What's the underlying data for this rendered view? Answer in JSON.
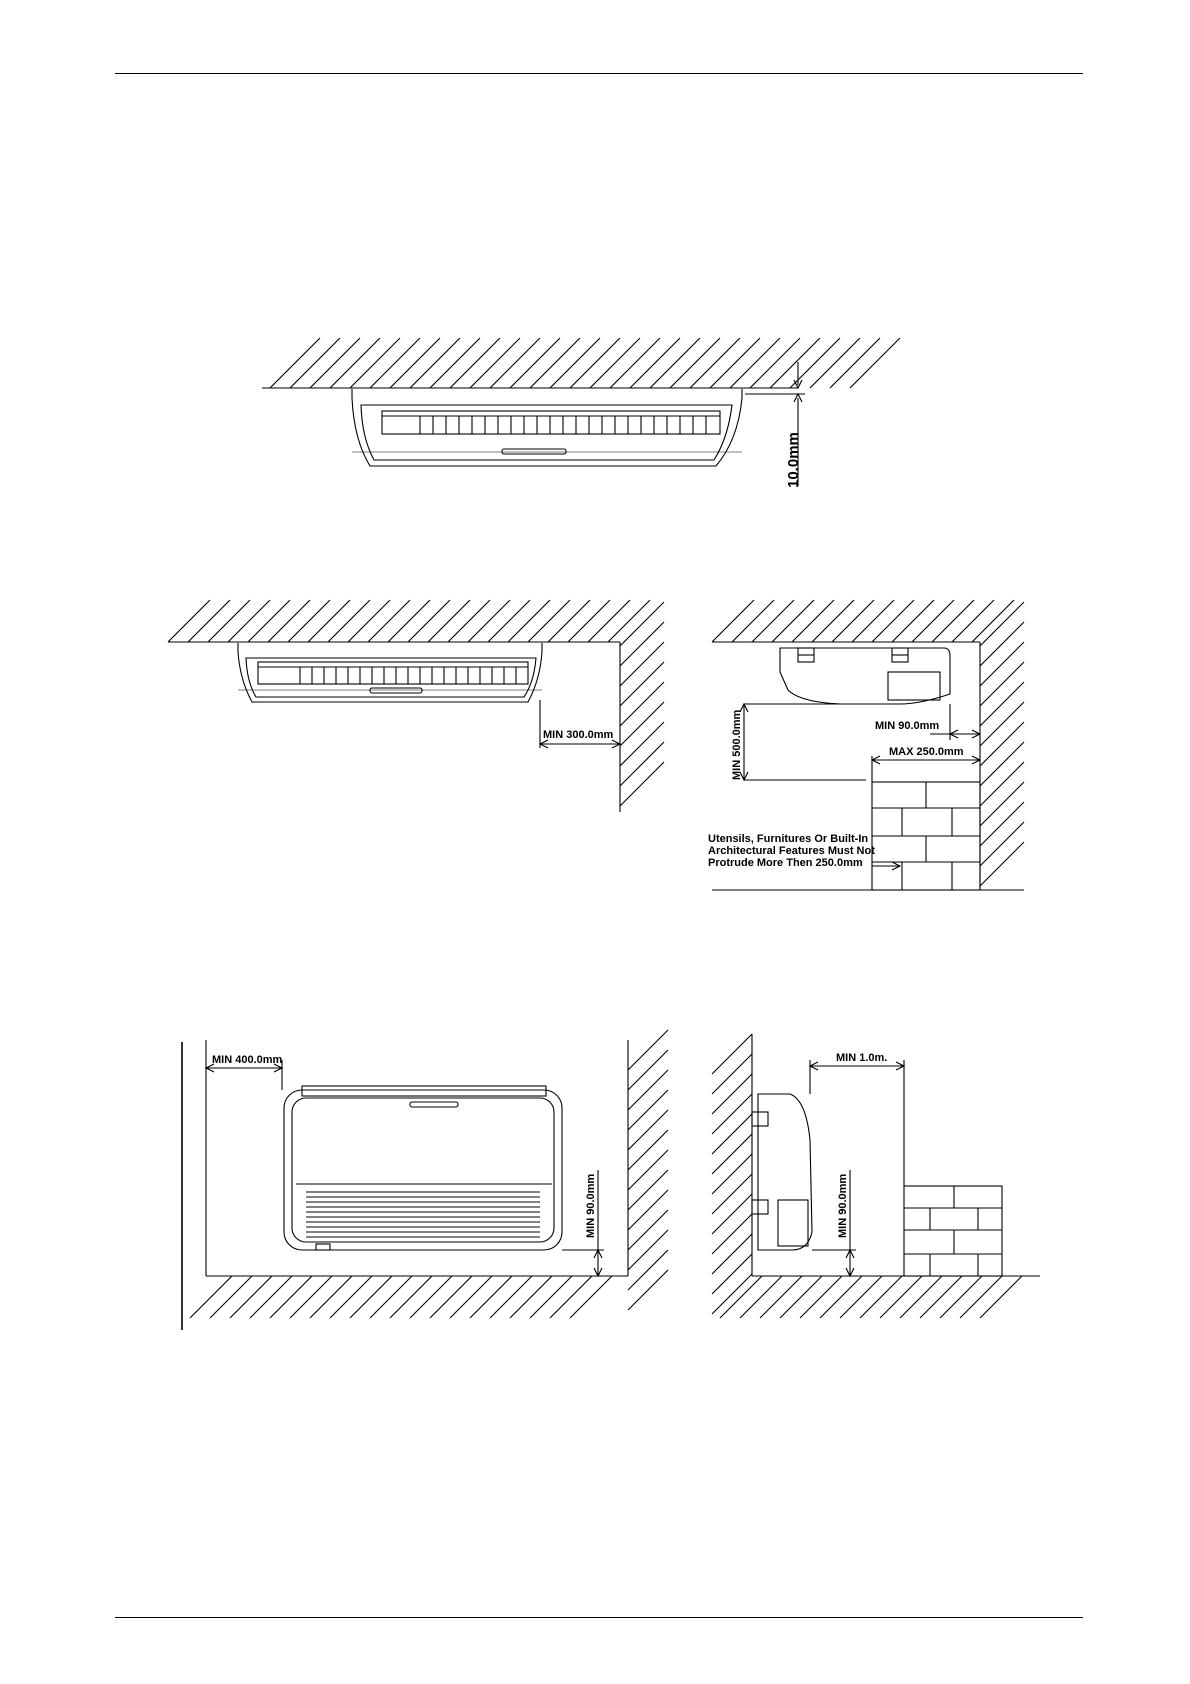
{
  "figures": {
    "ceiling_front": {
      "clearance_label": "10.0mm"
    },
    "ceiling_side_wall": {
      "clearance_label": "MIN 300.0mm"
    },
    "ceiling_profile": {
      "wall_gap_label": "MIN 90.0mm",
      "drop_label": "MIN 500.0mm",
      "max_protrusion_label": "MAX 250.0mm",
      "note_lines": [
        "Utensils, Furnitures Or Built-In",
        "Architectural Features Must Not",
        "Protrude More Then 250.0mm"
      ]
    },
    "floor_front": {
      "side_clearance_label": "MIN 400.0mm",
      "floor_clearance_label": "MIN 90.0mm"
    },
    "floor_profile": {
      "front_clearance_label": "MIN 1.0m.",
      "floor_clearance_label": "MIN 90.0mm"
    }
  },
  "colors": {
    "ink": "#000000",
    "paper": "#ffffff"
  }
}
